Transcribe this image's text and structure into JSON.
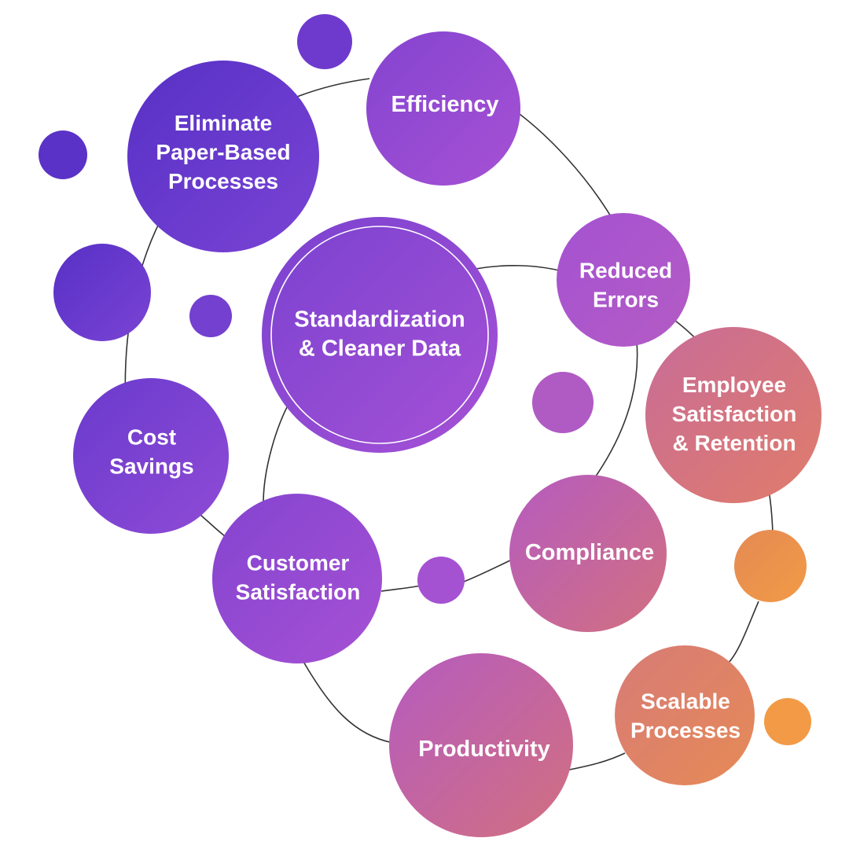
{
  "nodes": {
    "center": "Standardization\n& Cleaner Data",
    "efficiency": "Efficiency",
    "eliminate_paper": "Eliminate\nPaper-Based\nProcesses",
    "reduced_errors": "Reduced\nErrors",
    "employee_satisfaction": "Employee\nSatisfaction\n& Retention",
    "cost_savings": "Cost\nSavings",
    "customer_satisfaction": "Customer\nSatisfaction",
    "compliance": "Compliance",
    "productivity": "Productivity",
    "scalable_processes": "Scalable\nProcesses"
  },
  "colors": {
    "purple_dark": "#5B34C8",
    "purple_mid": "#7A42D2",
    "violet": "#A251D6",
    "pink": "#C562B6",
    "rose": "#D47882",
    "coral": "#E08560",
    "orange": "#F29A45",
    "line": "#333333"
  }
}
